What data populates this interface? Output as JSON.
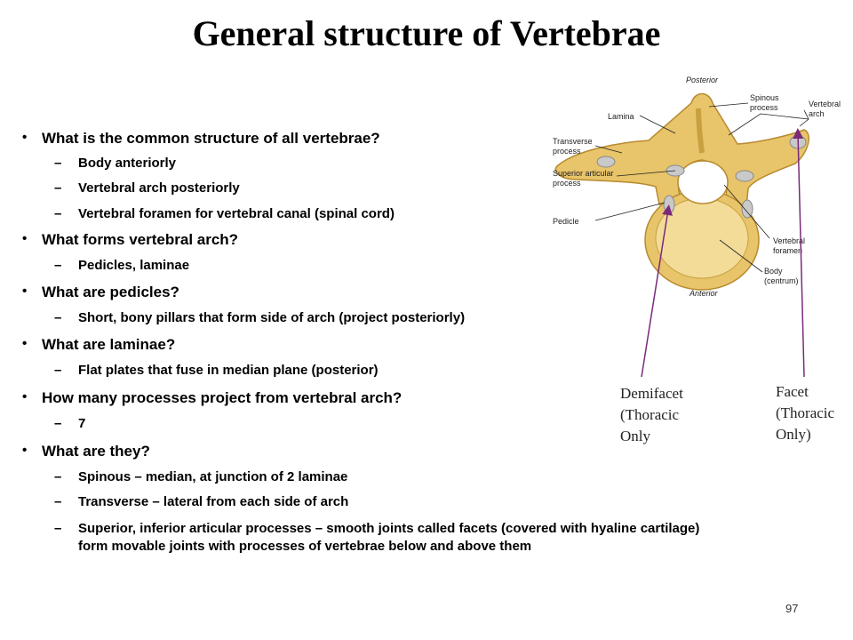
{
  "title": "General structure of Vertebrae",
  "bullets": [
    {
      "text": "What is the common structure of all vertebrae?",
      "subs": [
        "Body anteriorly",
        "Vertebral arch posteriorly",
        "Vertebral foramen for vertebral canal (spinal cord)"
      ]
    },
    {
      "text": "What forms vertebral arch?",
      "subs": [
        "Pedicles, laminae"
      ]
    },
    {
      "text": "What are pedicles?",
      "subs": [
        "Short, bony pillars that form side of arch (project posteriorly)"
      ]
    },
    {
      "text": "What are laminae?",
      "subs": [
        "Flat plates that fuse in median plane (posterior)"
      ]
    },
    {
      "text": "How many processes project from vertebral arch?",
      "subs": [
        "7"
      ]
    },
    {
      "text": "What are they?",
      "subs": [
        "Spinous – median, at junction of 2 laminae",
        "Transverse – lateral from each side of arch",
        "Superior, inferior articular processes – smooth joints called facets (covered with hyaline cartilage) form movable joints with processes of vertebrae below and above them"
      ]
    }
  ],
  "figure_labels": {
    "posterior": "Posterior",
    "spinous_l1": "Spinous",
    "spinous_l2": "process",
    "vertebral_arch_l1": "Vertebral",
    "vertebral_arch_l2": "arch",
    "lamina": "Lamina",
    "transverse_l1": "Transverse",
    "transverse_l2": "process",
    "superior_l1": "Superior articular",
    "superior_l2": "process",
    "pedicle": "Pedicle",
    "foramen_l1": "Vertebral",
    "foramen_l2": "foramen",
    "body_l1": "Body",
    "body_l2": "(centrum)",
    "anterior": "Anterior"
  },
  "captions": {
    "demifacet": [
      "Demifacet",
      "(Thoracic",
      "Only"
    ],
    "facet": [
      "Facet",
      "(Thoracic",
      "Only)"
    ]
  },
  "page_number": "97",
  "colors": {
    "bone": "#e8c46a",
    "bone_dark": "#b88a2e",
    "facet": "#c9c9c9",
    "arrow": "#7a2a7a"
  }
}
